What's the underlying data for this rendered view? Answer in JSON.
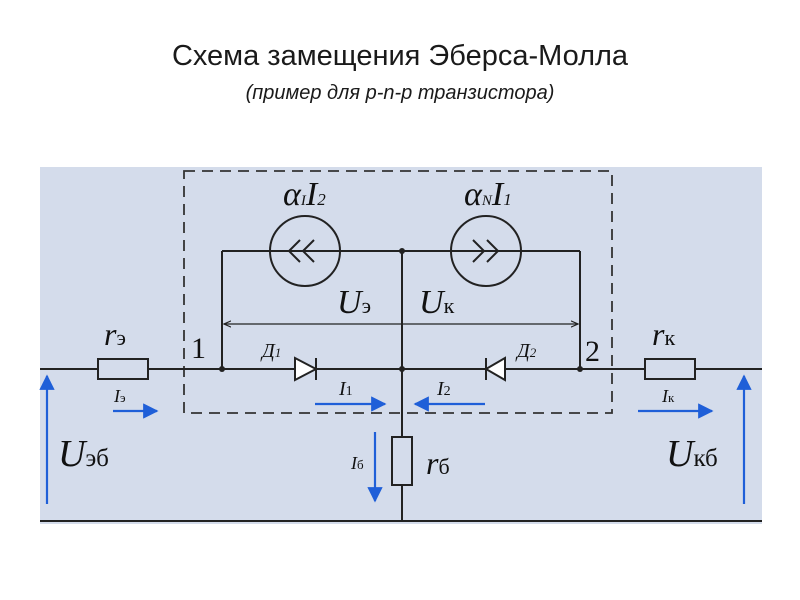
{
  "title": "Схема замещения Эберса-Молла",
  "subtitle": "(пример для p-n-p транзистора)",
  "colors": {
    "panel": "#d4dceb",
    "wire": "#222222",
    "arrow": "#1f5fd8",
    "dash": "#333333"
  },
  "labels": {
    "aI_alpha": "α",
    "aI_sub": "I",
    "aI_I": "I",
    "aI_idx": "2",
    "aN_alpha": "α",
    "aN_sub": "N",
    "aN_I": "I",
    "aN_idx": "1",
    "u_e_main": "U",
    "u_e_sub": "э",
    "u_k_main": "U",
    "u_k_sub": "к",
    "r_e_main": "r",
    "r_e_sub": "э",
    "r_k_main": "r",
    "r_k_sub": "к",
    "r_b_main": "r",
    "r_b_sub": "б",
    "node1": "1",
    "node2": "2",
    "d1_main": "Д",
    "d1_idx": "1",
    "d2_main": "Д",
    "d2_idx": "2",
    "i1_main": "I",
    "i1_idx": "1",
    "i2_main": "I",
    "i2_idx": "2",
    "ie_main": "I",
    "ie_sub": "э",
    "ik_main": "I",
    "ik_sub": "к",
    "ib_main": "I",
    "ib_sub": "б",
    "ueb_main": "U",
    "ueb_sub": "эб",
    "ukb_main": "U",
    "ukb_sub": "кб"
  }
}
